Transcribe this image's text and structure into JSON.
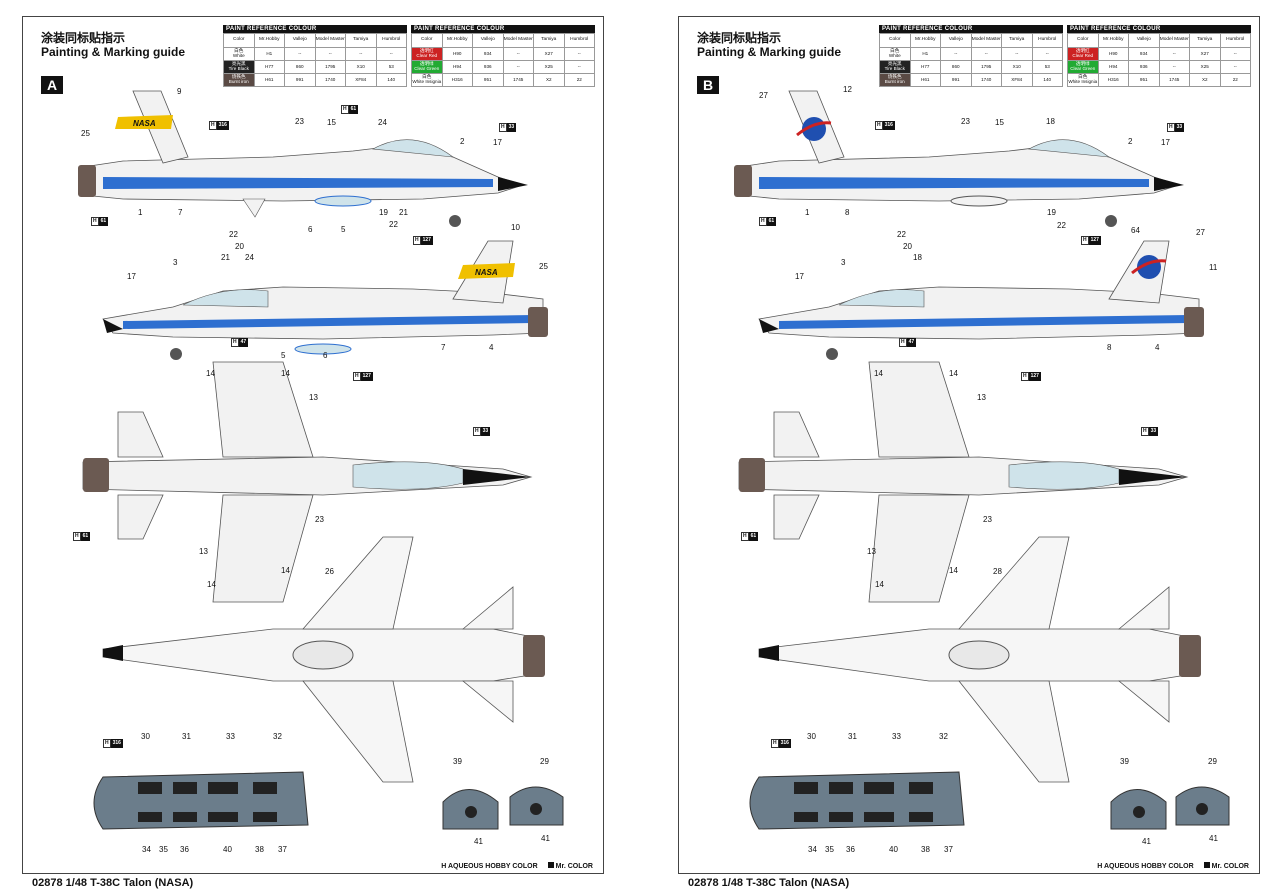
{
  "title_cn": "涂装同标贴指示",
  "title_en": "Painting & Marking guide",
  "paint_header": "PAINT  REFERENCE COLOUR",
  "paint_columns": [
    "Color",
    "Mr.Hobby",
    "Vallejo",
    "Model Master",
    "Tamiya",
    "Humbrol"
  ],
  "table1_rows": [
    {
      "name_cn": "白色",
      "name_en": "White",
      "hobby": "H1",
      "vallejo": "--",
      "master": "--",
      "tamiya": "--",
      "humbrol": "--",
      "color": "#ffffff"
    },
    {
      "name_cn": "亮光黑",
      "name_en": "Tire Black",
      "hobby": "H77",
      "vallejo": "860",
      "master": "1795",
      "tamiya": "X10",
      "humbrol": "53",
      "color": "#222222"
    },
    {
      "name_cn": "烧铁色",
      "name_en": "Burnt iron",
      "hobby": "H61",
      "vallejo": "991",
      "master": "1740",
      "tamiya": "XF84",
      "humbrol": "140",
      "color": "#5a4a44"
    }
  ],
  "table2_rows": [
    {
      "name_cn": "透明红",
      "name_en": "Clear Red",
      "hobby": "H90",
      "vallejo": "934",
      "master": "--",
      "tamiya": "X27",
      "humbrol": "--",
      "color": "#cc2222"
    },
    {
      "name_cn": "透明绿",
      "name_en": "Clear Green",
      "hobby": "H94",
      "vallejo": "936",
      "master": "--",
      "tamiya": "X25",
      "humbrol": "--",
      "color": "#22aa33"
    },
    {
      "name_cn": "白色",
      "name_en": "White Insignia",
      "hobby": "H316",
      "vallejo": "951",
      "master": "1745",
      "tamiya": "X2",
      "humbrol": "22",
      "color": "#ffffff"
    }
  ],
  "page_a_label": "A",
  "page_b_label": "B",
  "callouts_a": [
    "9",
    "25",
    "23",
    "15",
    "24",
    "2",
    "17",
    "1",
    "7",
    "6",
    "5",
    "19",
    "21",
    "22",
    "10",
    "22",
    "20",
    "21",
    "24",
    "3",
    "17",
    "25",
    "5",
    "6",
    "7",
    "4",
    "14",
    "14",
    "13",
    "23",
    "13",
    "14",
    "14",
    "26",
    "30",
    "31",
    "33",
    "32",
    "34",
    "35",
    "36",
    "40",
    "38",
    "37",
    "39",
    "29",
    "41",
    "41"
  ],
  "callouts_b": [
    "27",
    "12",
    "23",
    "15",
    "18",
    "2",
    "17",
    "1",
    "8",
    "19",
    "22",
    "64",
    "27",
    "22",
    "20",
    "18",
    "3",
    "17",
    "11",
    "8",
    "4",
    "14",
    "14",
    "13",
    "23",
    "13",
    "14",
    "14",
    "28",
    "30",
    "31",
    "33",
    "32",
    "34",
    "35",
    "36",
    "40",
    "38",
    "37",
    "39",
    "29",
    "41",
    "41"
  ],
  "marks": {
    "h316": "316",
    "h61": "61",
    "h33": "33",
    "h127": "127",
    "h47": "47",
    "h316b": "316"
  },
  "footer_aqueous": "AQUEOUS HOBBY COLOR",
  "footer_mr": "Mr. COLOR",
  "footer_code": "02878 1/48 T-38C Talon (NASA)",
  "colors": {
    "accent_blue": "#2e6fd0",
    "nasa_yellow": "#f0c000",
    "dark": "#111111"
  }
}
